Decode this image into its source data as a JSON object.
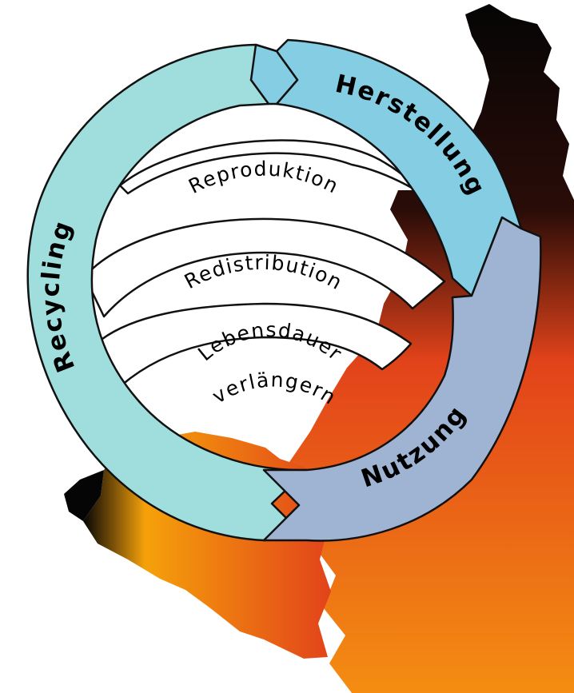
{
  "diagram": {
    "segments": [
      {
        "label": "Herstellung",
        "color": "#84cde3"
      },
      {
        "label": "Nutzung",
        "color": "#9fb3d3"
      },
      {
        "label": "Recycling",
        "color": "#9fdedd"
      }
    ],
    "inner_loops": [
      {
        "label": "Reproduktion"
      },
      {
        "label": "Redistribution"
      },
      {
        "label_line1": "Lebensdauer",
        "label_line2": "verlängern"
      }
    ]
  },
  "colors": {
    "map_dark": "#050505",
    "map_mid": "#e2431a",
    "map_light": "#f48d12",
    "outline": "#111111"
  }
}
